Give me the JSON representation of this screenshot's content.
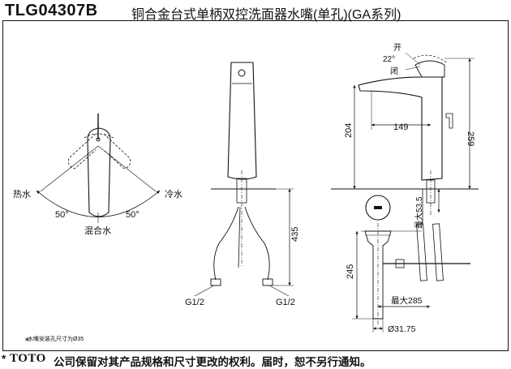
{
  "header": {
    "model": "TLG04307B",
    "title": "铜合金台式单柄双控洗面器水嘴(单孔)(GA系列)"
  },
  "left_view": {
    "hot_label": "热水",
    "cold_label": "冷水",
    "mix_label": "混合水",
    "angle_left": "50°",
    "angle_right": "50°"
  },
  "middle_view": {
    "inlet_left": "G1/2",
    "inlet_right": "G1/2",
    "dim_height": "435"
  },
  "right_view": {
    "open_label": "开",
    "close_label": "闭",
    "angle": "22°",
    "dim_reach": "149",
    "dim_spout_height": "204",
    "dim_total_height": "259",
    "dim_max_thickness": "最大53.5",
    "dim_drain": "245",
    "dim_max_drain": "最大285",
    "dim_drain_dia": "Ø31.75"
  },
  "footnote": "水嘴安装孔尺寸为Ø35",
  "footer": {
    "star": "*",
    "brand": "TOTO",
    "notice": "公司保留对其产品规格和尺寸更改的权利。届时，恕不另行通知。"
  }
}
